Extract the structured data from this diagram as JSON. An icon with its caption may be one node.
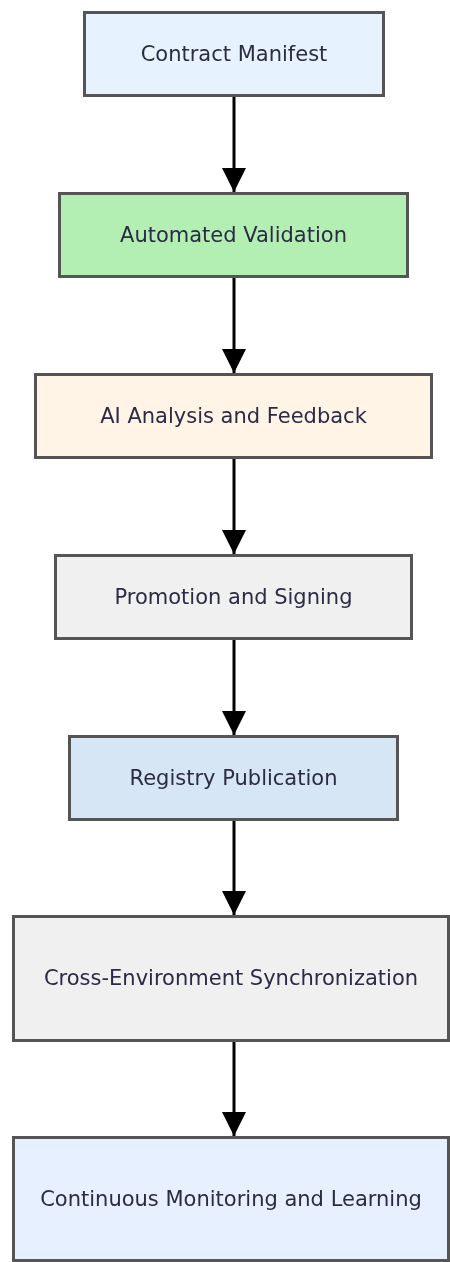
{
  "diagram": {
    "nodes": [
      {
        "text": [
          "Contract Manifest"
        ]
      },
      {
        "text": [
          "Automated Validation"
        ]
      },
      {
        "text": [
          "AI Analysis and Feedback"
        ]
      },
      {
        "text": [
          "Promotion and Signing"
        ]
      },
      {
        "text": [
          "Registry Publication"
        ]
      },
      {
        "text": [
          "Cross-Environment Synchronization"
        ]
      },
      {
        "text": [
          "Continuous Monitoring and Learning"
        ]
      }
    ],
    "edges": [
      {
        "from": 0,
        "to": 1,
        "arrow": "to"
      },
      {
        "from": 1,
        "to": 2,
        "arrow": "to"
      },
      {
        "from": 2,
        "to": 3,
        "arrow": "to"
      },
      {
        "from": 3,
        "to": 4,
        "arrow": "to"
      },
      {
        "from": 4,
        "to": 5,
        "arrow": "to"
      },
      {
        "from": 5,
        "to": 6,
        "arrow": "to"
      }
    ]
  }
}
